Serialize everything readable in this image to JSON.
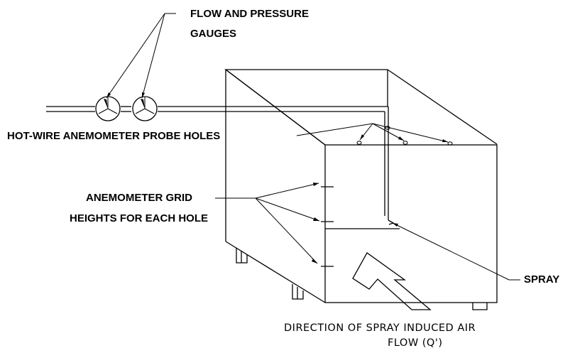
{
  "labels": {
    "gauges_line1": "FLOW AND PRESSURE",
    "gauges_line2": "GAUGES",
    "probe_holes": "HOT-WIRE ANEMOMETER PROBE HOLES",
    "grid_line1": "ANEMOMETER GRID",
    "grid_line2": "HEIGHTS FOR EACH HOLE",
    "spray": "SPRAY",
    "caption_line1": "DIRECTION OF SPRAY INDUCED AIR",
    "caption_line2": "FLOW (Q')"
  },
  "icons": {
    "gauge": "pressure-gauge-icon",
    "flow_arrow": "flow-direction-arrow-icon"
  },
  "colors": {
    "ink": "#000000",
    "background": "#ffffff"
  }
}
